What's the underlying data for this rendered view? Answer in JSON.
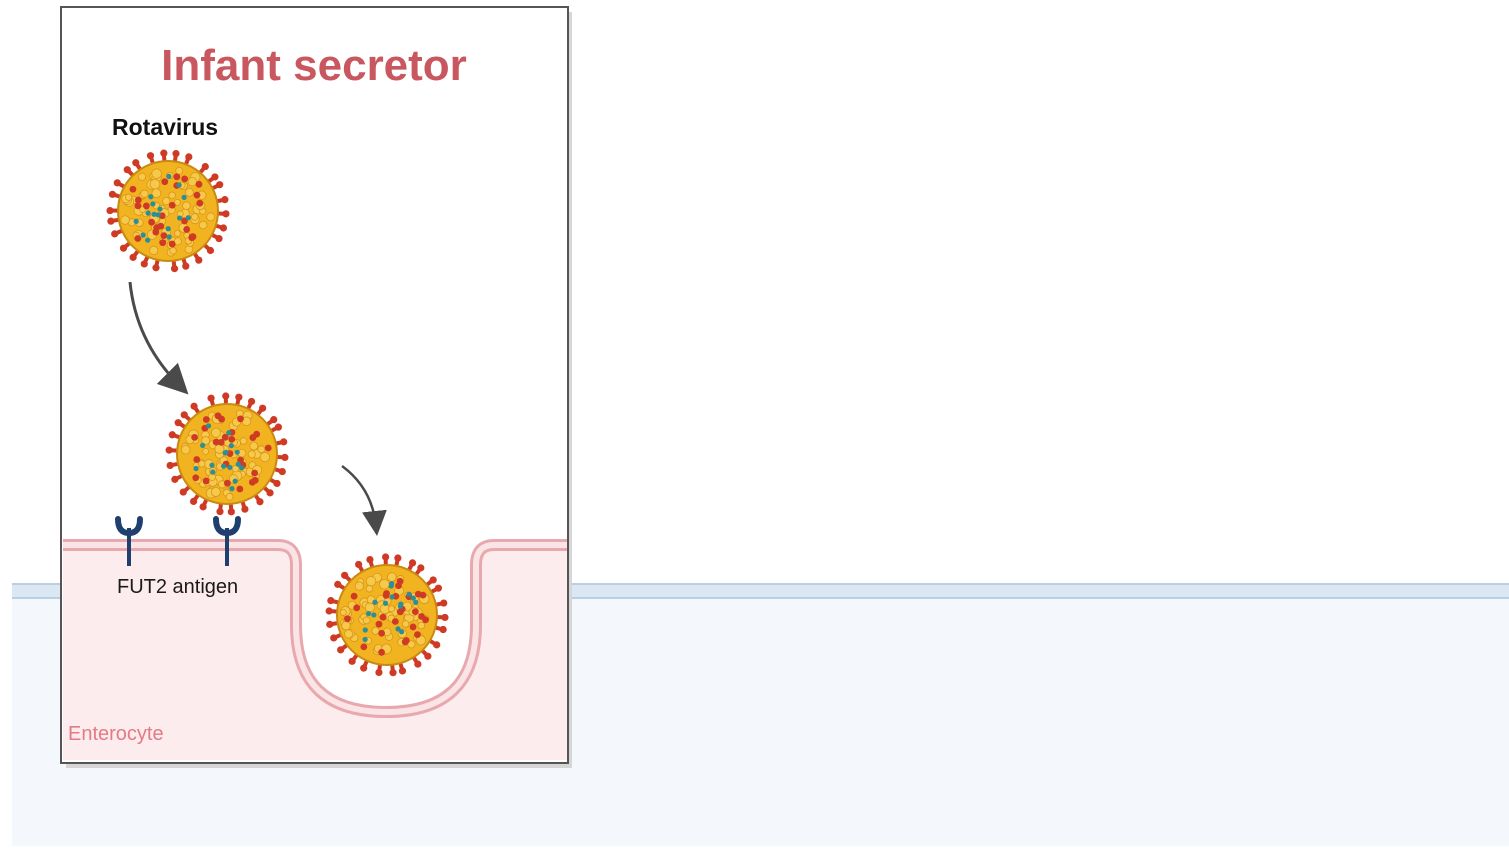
{
  "panel": {
    "title": "Infant secretor",
    "virus_label": "Rotavirus",
    "antigen_label": "FUT2 antigen",
    "cell_label": "Enterocyte"
  },
  "icons": {
    "virus": "rotavirus-icon",
    "receptor": "fut2-receptor-icon",
    "arrow": "curved-arrow-icon"
  },
  "colors": {
    "title": "#c9575f",
    "cell_fill": "#fdeced",
    "membrane": "#e8a9ae",
    "virus_body": "#f2b320",
    "virus_spike": "#cf3a24",
    "virus_core_dots": "#2a8f96",
    "receptor": "#1f3f6e",
    "arrow": "#4a4a4a",
    "background_band": "#f4f8fc",
    "background_band_border": "#b9cfe3"
  }
}
